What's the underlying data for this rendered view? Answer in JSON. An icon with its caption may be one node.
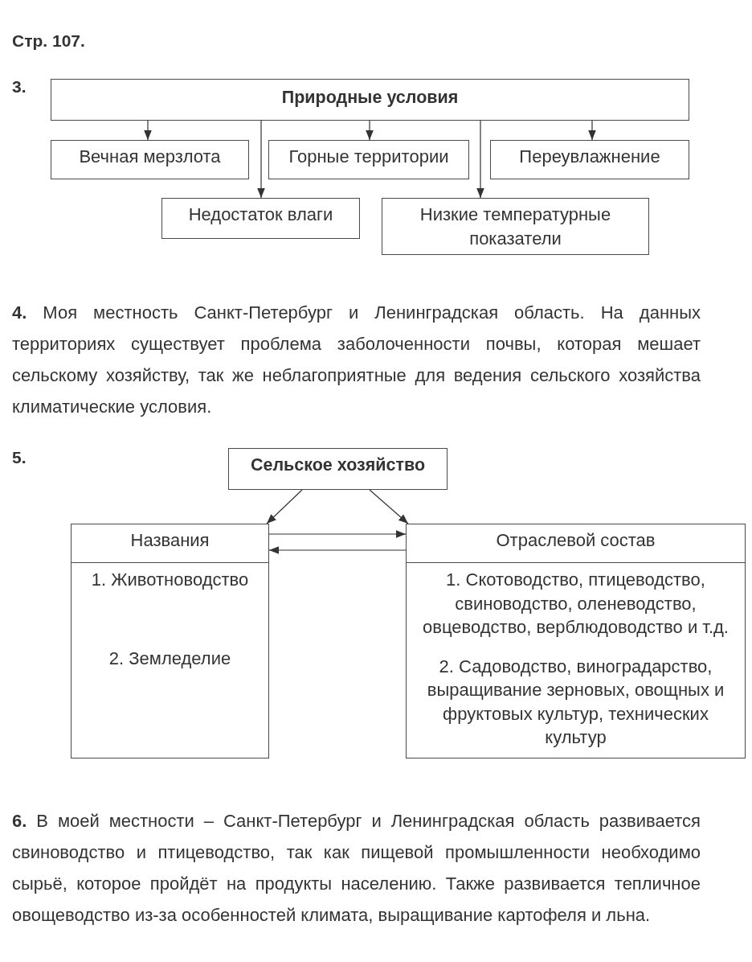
{
  "diagram": {
    "nodes": [
      {
        "text": [
          "Природные условия"
        ]
      },
      {
        "text": [
          "Вечная мерзлота"
        ]
      },
      {
        "text": [
          "Горные территории"
        ]
      },
      {
        "text": [
          "Переувлажнение"
        ]
      },
      {
        "text": [
          "Недостаток влаги"
        ]
      },
      {
        "text": [
          "Низкие температурные показатели"
        ]
      },
      {
        "text": [
          "Сельское хозяйство"
        ]
      },
      {
        "text": [
          "Названия"
        ]
      },
      {
        "text": [
          "Отраслевой состав"
        ]
      },
      {
        "text": [
          "1. Животноводство",
          "2. Земледелие"
        ]
      },
      {
        "text": [
          "1. Скотоводство, птицеводство, свиноводство, оленеводство, овцеводство, верблюдоводство и т.д.",
          "2. Садоводство, виноградарство, выращивание зерновых, овощных и фруктовых культур, технических культур"
        ]
      }
    ],
    "edges": [
      {
        "from": 0,
        "to": 1,
        "arrow": "to"
      },
      {
        "from": 0,
        "to": 2,
        "arrow": "to"
      },
      {
        "from": 0,
        "to": 3,
        "arrow": "to"
      },
      {
        "from": 0,
        "to": 4,
        "arrow": "to"
      },
      {
        "from": 0,
        "to": 5,
        "arrow": "to"
      },
      {
        "from": 6,
        "to": 7,
        "arrow": "to"
      },
      {
        "from": 6,
        "to": 8,
        "arrow": "to"
      },
      {
        "from": 7,
        "to": 8,
        "arrow": "to"
      },
      {
        "from": 8,
        "to": 7,
        "arrow": "to"
      }
    ],
    "labels": [
      "Стр. 107.",
      "3.",
      "**4.** Моя местность Санкт-Петербург и Ленинградская область. На данных территориях существует проблема заболоченности почвы, которая мешает сельскому хозяйству, так же неблагоприятные для ведения сельского хозяйства климатические условия.",
      "5.",
      "**6.** В моей местности – Санкт-Петербург и Ленинградская область развивается свиноводство и птицеводство, так как пищевой промышленности необходимо сырьё, которое пройдёт на продукты населению. Также развивается тепличное овощеводство из-за особенностей климата, выращивание картофеля и льна."
    ]
  }
}
